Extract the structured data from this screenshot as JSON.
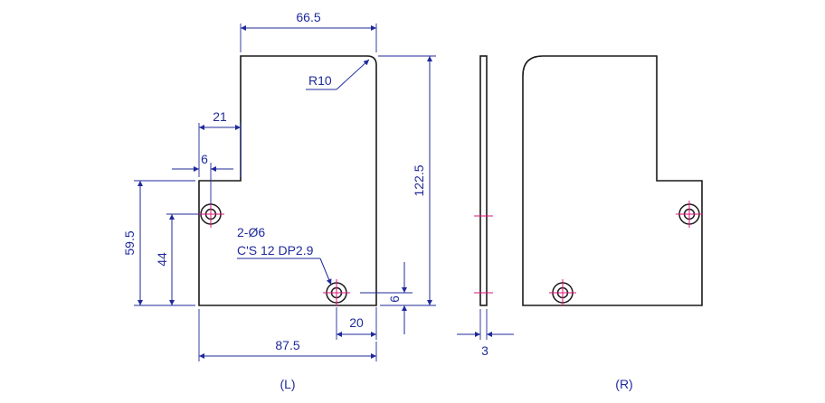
{
  "colors": {
    "outline": "#1a1a1a",
    "dimension": "#1f2a9a",
    "center_mark": "#e0157a"
  },
  "views": {
    "left_label": "(L)",
    "right_label": "(R)"
  },
  "dimensions": {
    "top_width": "66.5",
    "corner_radius": "R10",
    "step_width": "21",
    "hole_edge_offset": "6",
    "total_height": "122.5",
    "lower_height": "59.5",
    "hole_height": "44",
    "hole_bottom_offset": "6",
    "hole_right_offset": "20",
    "total_width": "87.5",
    "thickness": "3"
  },
  "hole_callout": {
    "line1": "2-Ø6",
    "line2": "C'S 12 DP2.9"
  }
}
